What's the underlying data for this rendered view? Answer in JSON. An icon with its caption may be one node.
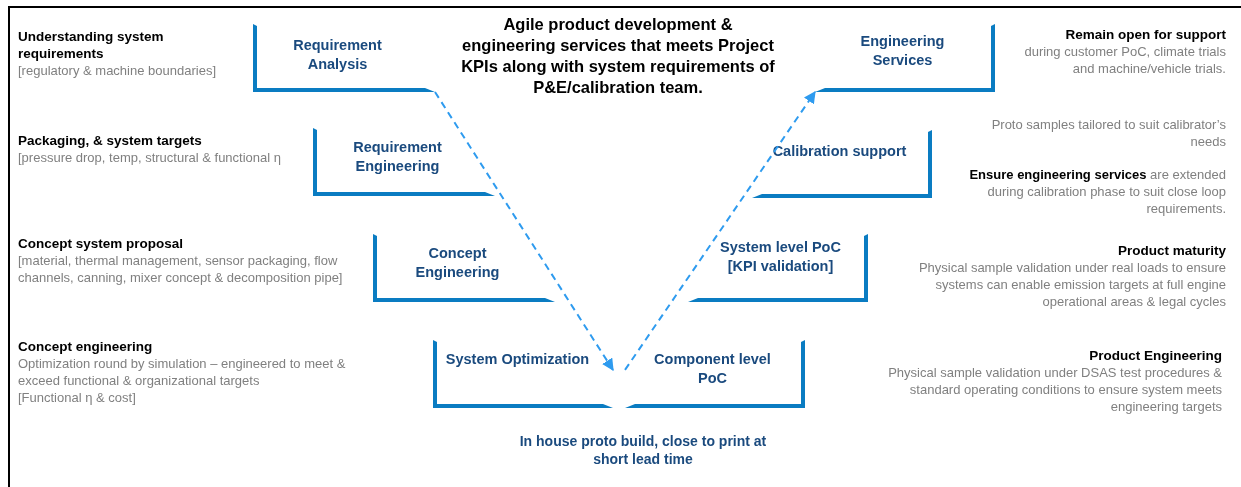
{
  "diagram": {
    "title": "Agile product development & engineering services that meets Project KPIs along with system requirements of P&E/calibration team.",
    "nodes": [
      {
        "text": [
          "Requirement Analysis"
        ],
        "beside": [
          "Understanding system requirements",
          "[regulatory & machine boundaries]"
        ]
      },
      {
        "text": [
          "Requirement Engineering"
        ],
        "beside": [
          "Packaging, & system targets",
          "[pressure drop, temp, structural & functional η"
        ]
      },
      {
        "text": [
          "Concept Engineering"
        ],
        "beside": [
          "Concept system proposal",
          "[material, thermal management, sensor packaging, flow channels, canning, mixer concept & decomposition pipe]"
        ]
      },
      {
        "text": [
          "System Optimization"
        ],
        "beside": [
          "Concept engineering",
          "Optimization round by simulation – engineered to meet & exceed functional & organizational targets",
          "[Functional η & cost]"
        ]
      },
      {
        "text": [
          "Engineering Services"
        ],
        "beside": [
          "Remain open for support",
          "during customer PoC, climate trials and machine/vehicle trials."
        ]
      },
      {
        "text": [
          "Calibration support"
        ],
        "beside": [
          "Proto samples tailored to suit calibrator’s needs",
          "**Ensure engineering services** are extended during calibration phase to suit close loop requirements."
        ]
      },
      {
        "text": [
          "System level PoC [KPI validation]"
        ],
        "beside": [
          "Product maturity",
          "Physical sample validation under real loads to ensure systems can enable emission targets at full engine operational areas & legal cycles"
        ]
      },
      {
        "text": [
          "Component level PoC"
        ],
        "beside": [
          "Product Engineering",
          "Physical sample validation under DSAS test procedures & standard operating conditions to ensure system meets engineering targets"
        ]
      }
    ],
    "edges": [
      {
        "from": 0,
        "to": 3,
        "arrow": "to",
        "style": "dashed"
      },
      {
        "from": 7,
        "to": 4,
        "arrow": "to",
        "style": "dashed"
      }
    ],
    "labels": [
      "In house proto build, close to print at short lead time"
    ]
  }
}
